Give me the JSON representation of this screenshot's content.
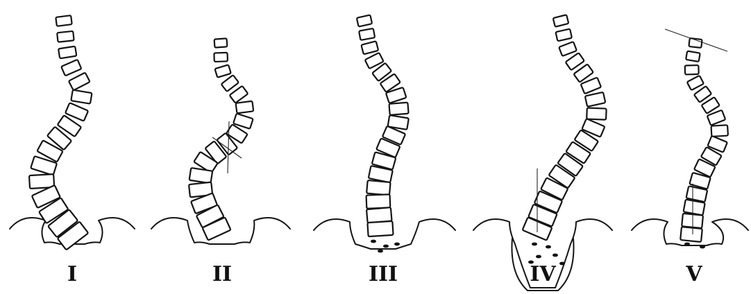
{
  "figure": {
    "panels": [
      {
        "id": "type-1",
        "label": "I"
      },
      {
        "id": "type-2",
        "label": "II"
      },
      {
        "id": "type-3",
        "label": "III"
      },
      {
        "id": "type-4",
        "label": "IV"
      },
      {
        "id": "type-5",
        "label": "V"
      }
    ]
  }
}
